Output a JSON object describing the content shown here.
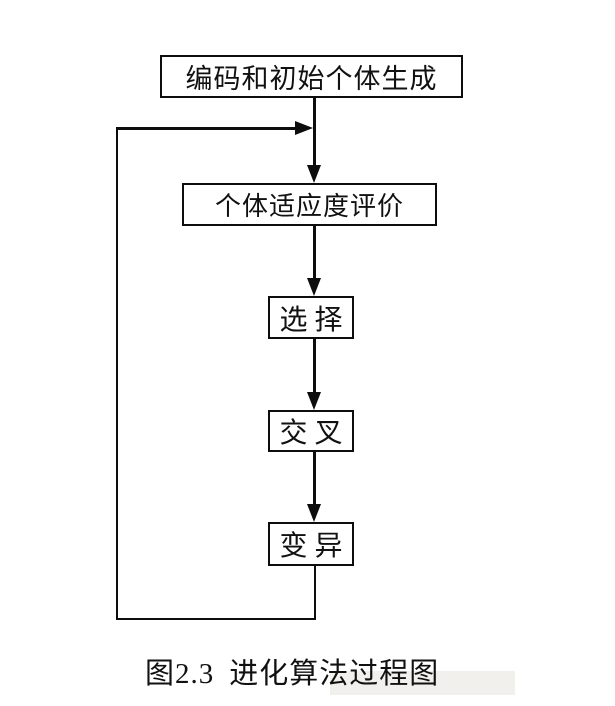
{
  "diagram": {
    "type": "flowchart",
    "background_color": "#ffffff",
    "line_color": "#0d0d0d",
    "nodes": [
      {
        "id": "encoding",
        "label": "编码和初始个体生成"
      },
      {
        "id": "fitness-evaluation",
        "label": "个体适应度评价"
      },
      {
        "id": "selection",
        "label": "选择"
      },
      {
        "id": "crossover",
        "label": "交叉"
      },
      {
        "id": "mutation",
        "label": "变异"
      }
    ],
    "edges": [
      {
        "from": "encoding",
        "to": "fitness-evaluation",
        "style": "arrow-down"
      },
      {
        "from": "fitness-evaluation",
        "to": "selection",
        "style": "arrow-down"
      },
      {
        "from": "selection",
        "to": "crossover",
        "style": "arrow-down"
      },
      {
        "from": "crossover",
        "to": "mutation",
        "style": "arrow-down"
      },
      {
        "from": "mutation",
        "to": "fitness-evaluation",
        "style": "feedback-loop-arrow-right"
      }
    ],
    "caption": {
      "number": "图2.3",
      "title": "进化算法过程图"
    }
  }
}
